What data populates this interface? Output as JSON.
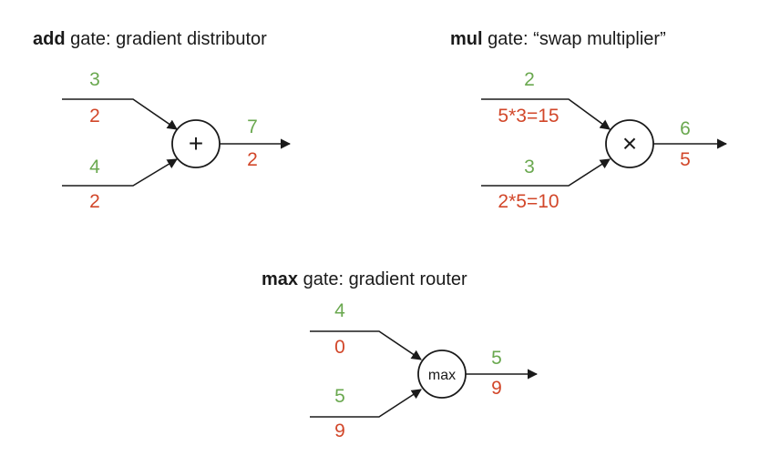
{
  "colors": {
    "forward_value": "#6aa84f",
    "gradient_value": "#d2472a",
    "ink": "#1a1a1a"
  },
  "add_gate": {
    "title_bold": "add",
    "title_rest": " gate: gradient distributor",
    "symbol": "+",
    "input_a": {
      "value": "3",
      "grad": "2"
    },
    "input_b": {
      "value": "4",
      "grad": "2"
    },
    "output": {
      "value": "7",
      "grad": "2"
    }
  },
  "mul_gate": {
    "title_bold": "mul",
    "title_rest": " gate: “swap multiplier”",
    "symbol": "×",
    "input_a": {
      "value": "2",
      "grad": "5*3=15"
    },
    "input_b": {
      "value": "3",
      "grad": "2*5=10"
    },
    "output": {
      "value": "6",
      "grad": "5"
    }
  },
  "max_gate": {
    "title_bold": "max",
    "title_rest": " gate: gradient router",
    "symbol": "max",
    "input_a": {
      "value": "4",
      "grad": "0"
    },
    "input_b": {
      "value": "5",
      "grad": "9"
    },
    "output": {
      "value": "5",
      "grad": "9"
    }
  }
}
